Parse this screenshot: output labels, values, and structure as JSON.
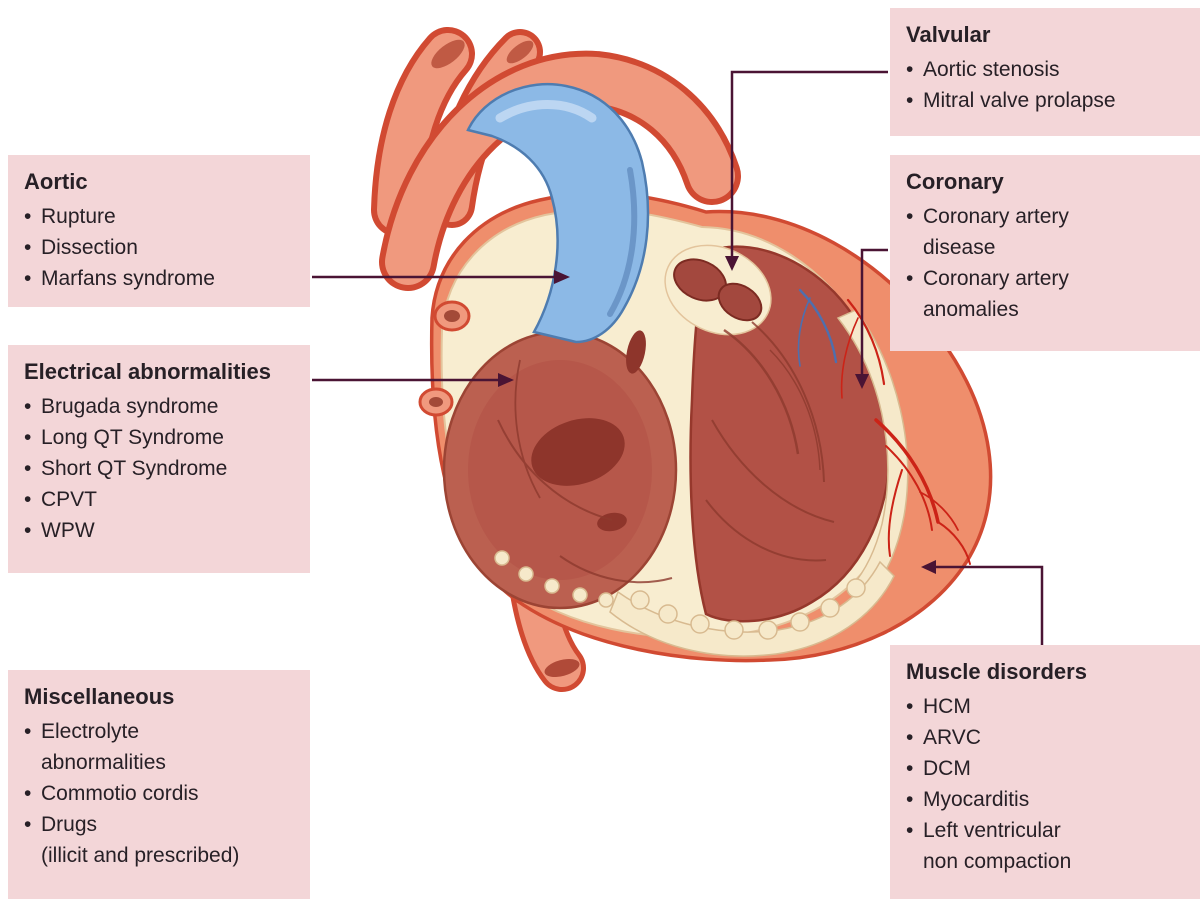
{
  "ui": {
    "bullet": "•"
  },
  "icons": {
    "illustration": "cutaway-heart-anatomy-diagram"
  },
  "colors": {
    "box_background": "#f3d6d8",
    "arrow": "#4a1434",
    "text": "#272026",
    "heart_exterior": "#ef8e6c",
    "heart_wall_cream": "#f8edd0",
    "chamber_red": "#b25146",
    "aorta_blue": "#8cb9e6"
  },
  "boxes": {
    "valvular": {
      "title": "Valvular",
      "items": [
        "Aortic stenosis",
        "Mitral valve prolapse"
      ]
    },
    "coronary": {
      "title": "Coronary",
      "items": [
        "Coronary artery\ndisease",
        "Coronary artery\nanomalies"
      ]
    },
    "muscle": {
      "title": "Muscle disorders",
      "items": [
        "HCM",
        "ARVC",
        "DCM",
        "Myocarditis",
        "Left ventricular\nnon compaction"
      ]
    },
    "aortic": {
      "title": "Aortic",
      "items": [
        "Rupture",
        "Dissection",
        "Marfans syndrome"
      ]
    },
    "electrical": {
      "title": "Electrical abnormalities",
      "items": [
        "Brugada syndrome",
        "Long QT Syndrome",
        "Short QT Syndrome",
        "CPVT",
        "WPW"
      ]
    },
    "miscellaneous": {
      "title": "Miscellaneous",
      "items": [
        "Electrolyte\nabnormalities",
        "Commotio cordis",
        "Drugs\n(illicit and prescribed)"
      ]
    }
  }
}
